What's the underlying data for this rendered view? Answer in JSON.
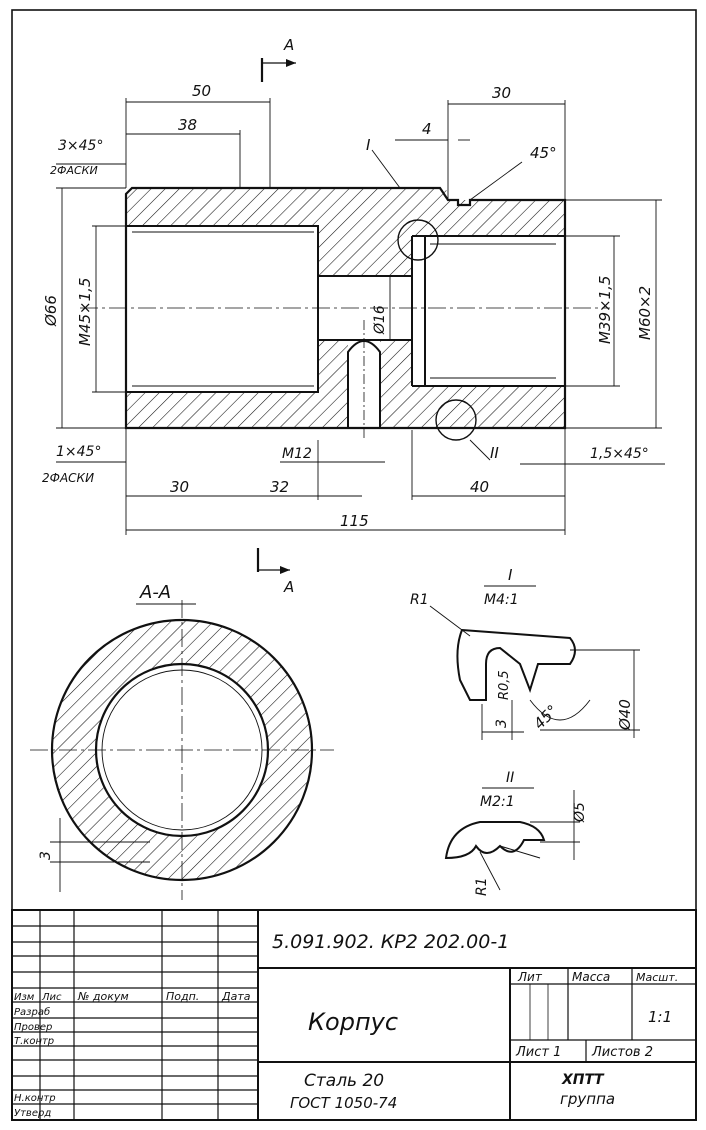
{
  "drawing": {
    "section_marks": {
      "top": "A",
      "bottom": "A"
    },
    "main_view": {
      "dims": {
        "overall_length_top": "50",
        "thread_length": "38",
        "groove_offset": "4",
        "right_bore_depth": "30",
        "chamfer_angle": "45°",
        "chamfer_top": "3×45°",
        "chamfer_top_note": "2ФАСКИ",
        "outer_diameter": "Ø66",
        "left_thread": "M45×1,5",
        "hole_diameter": "Ø16",
        "right_thread_small": "M39×1,5",
        "right_thread_large": "M60×2",
        "detail_I": "I",
        "detail_II": "II",
        "chamfer_bottom": "1×45°",
        "chamfer_bottom_note": "2ФАСКИ",
        "side_hole": "M12",
        "chamfer_right": "1,5×45°",
        "len_30": "30",
        "len_32": "32",
        "len_40": "40",
        "overall_length": "115"
      }
    },
    "section_AA": {
      "title": "А-А",
      "dim_3": "3"
    },
    "detail_I": {
      "title": "I",
      "scale": "M4:1",
      "radius_outer": "R1",
      "radius_inner": "R0,5",
      "dim_3": "3",
      "angle": "45°",
      "diameter": "Ø40"
    },
    "detail_II": {
      "title": "II",
      "scale": "M2:1",
      "radius": "R1",
      "diameter": "Ø5"
    }
  },
  "title_block": {
    "doc_number": "5.091.902. КР2 202.00-1",
    "part_name": "Корпус",
    "material_line1": "Сталь 20",
    "material_line2": "ГОСТ 1050-74",
    "headers": {
      "izm": "Изм",
      "list": "Лис",
      "doc_no": "№ докум",
      "sign": "Подп.",
      "date": "Дата"
    },
    "roles": [
      "Разраб",
      "Провер",
      "Т.контр",
      "Н.контр",
      "Утверд"
    ],
    "lit_label": "Лит",
    "mass_label": "Масса",
    "scale_label": "Масшт.",
    "scale_value": "1:1",
    "sheet_label": "Лист 1",
    "sheets_label": "Листов 2",
    "org_line1": "ХПТТ",
    "org_line2": "группа"
  }
}
